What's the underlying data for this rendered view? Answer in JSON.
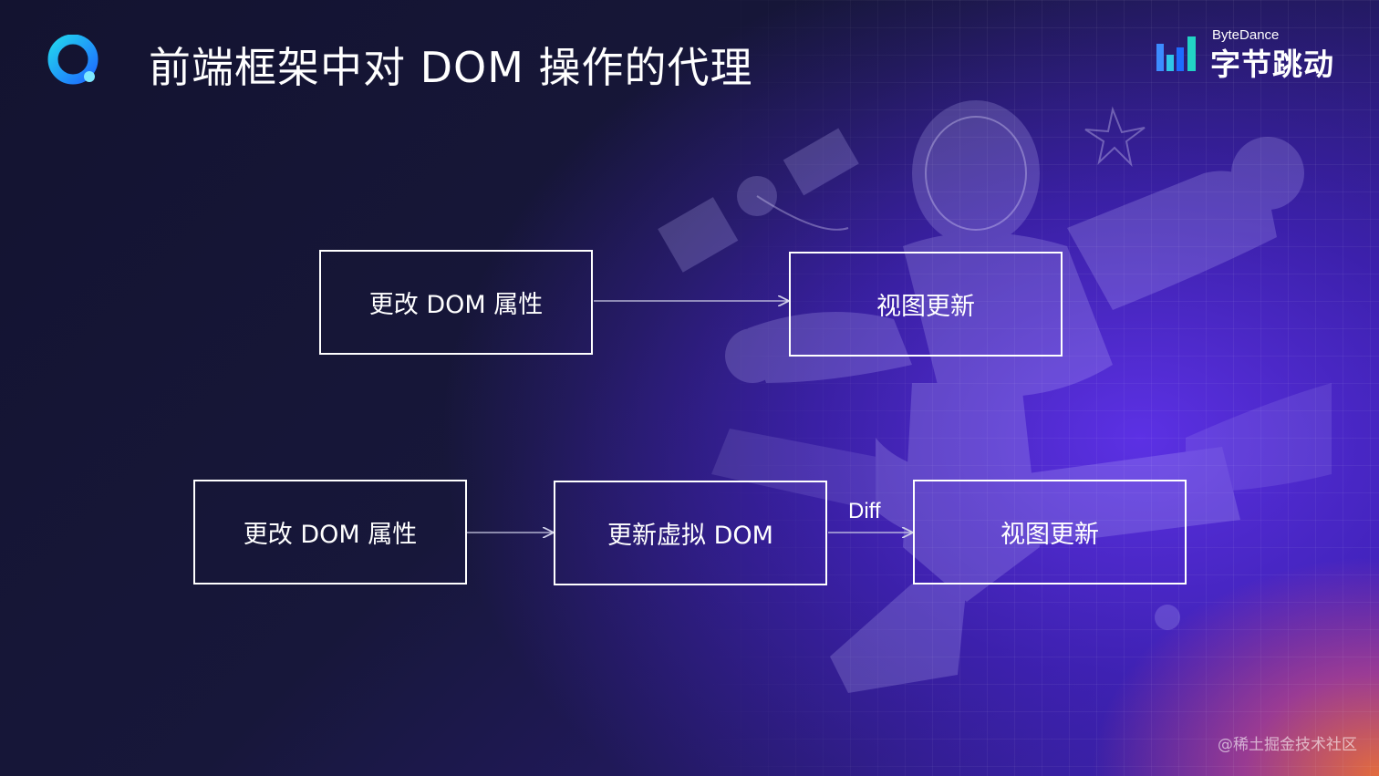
{
  "slide": {
    "title": "前端框架中对 DOM 操作的代理",
    "brand": {
      "name_en": "ByteDance",
      "name_cn": "字节跳动"
    },
    "corner_watermark": "@稀土掘金技术社区"
  },
  "diagram": {
    "row1": {
      "source": "更改 DOM 属性",
      "target": "视图更新"
    },
    "row2": {
      "source": "更改 DOM 属性",
      "middle": "更新虚拟 DOM",
      "edge_label": "Diff",
      "target": "视图更新"
    }
  },
  "colors": {
    "background": "#17173a",
    "accent_purple": "#5a32e6",
    "accent_orange": "#ff7828",
    "logo_blue": "#1e90ff",
    "logo_cyan": "#22d3ee",
    "box_border": "#ffffff"
  },
  "icons": {
    "app_logo": "q-logo-icon",
    "brand_logo": "bytedance-bars-icon",
    "illustration": "astronaut-illustration"
  }
}
